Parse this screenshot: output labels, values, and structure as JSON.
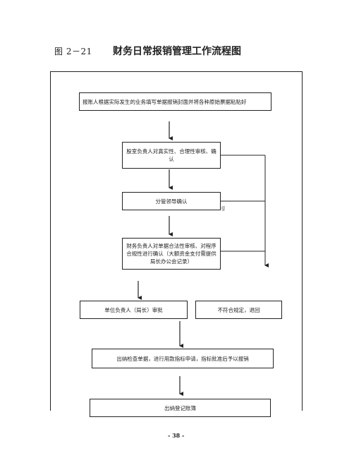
{
  "header": {
    "figure_label": "图 2－21",
    "title": "财务日常报销管理工作流程图"
  },
  "steps": {
    "step1": "报账人根据实际发生的业务填写单据报销封面并将各种原始票据粘贴好",
    "step2": "股室负责人对真实性、合理性审核、确认",
    "step3": "分管领导确认",
    "step4": "财务负责人对单据合法性审核、对程序合规性进行确认（大额资金支付需提供局长办公会记录）",
    "step5": "单位负责人（局长）审批",
    "reject": "不符合规定，退回",
    "step6": "出纳检查单据，进行用款指标申请，指标批准后予以报销",
    "step7": "出纳登记账簿"
  },
  "stray_mark": "g",
  "footer": {
    "page_number": "- 38 -"
  }
}
